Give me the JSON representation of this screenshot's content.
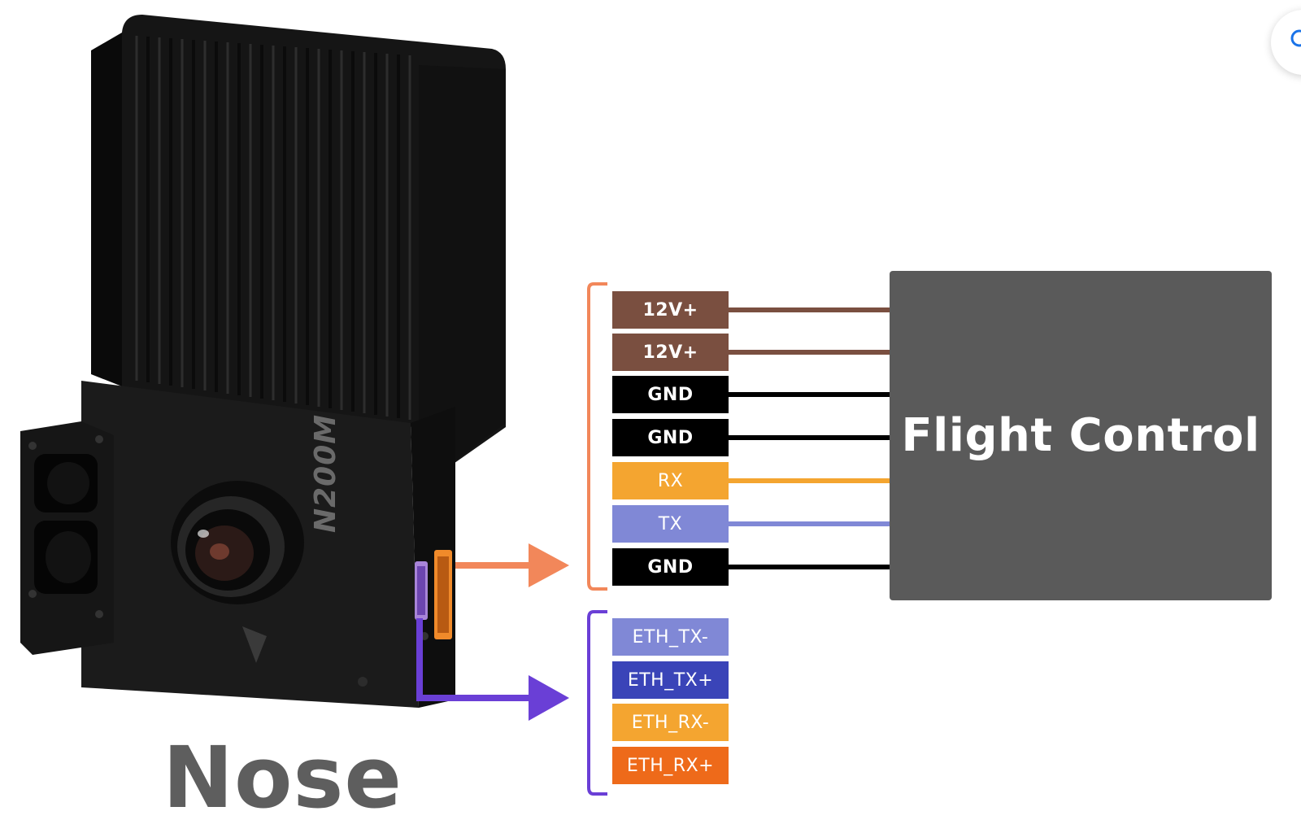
{
  "device": {
    "model": "N200M",
    "position_label": "Nose"
  },
  "flight_control": {
    "label": "Flight Control"
  },
  "uart_group": {
    "bracket_color": "#f2875a",
    "arrow_color": "#f2875a",
    "pins": [
      {
        "label": "12V+",
        "color": "#7a4f40",
        "wire": "#7a4f40"
      },
      {
        "label": "12V+",
        "color": "#7a4f40",
        "wire": "#7a4f40"
      },
      {
        "label": "GND",
        "color": "#000000",
        "wire": "#000000"
      },
      {
        "label": "GND",
        "color": "#000000",
        "wire": "#000000"
      },
      {
        "label": "RX",
        "color": "#f4a530",
        "wire": "#f4a530"
      },
      {
        "label": "TX",
        "color": "#8088d6",
        "wire": "#8088d6"
      },
      {
        "label": "GND",
        "color": "#000000",
        "wire": "#000000"
      }
    ]
  },
  "ethernet_group": {
    "bracket_color": "#6a3fd6",
    "arrow_color": "#6a3fd6",
    "pins": [
      {
        "label": "ETH_TX-",
        "color": "#8088d6"
      },
      {
        "label": "ETH_TX+",
        "color": "#3a44b8"
      },
      {
        "label": "ETH_RX-",
        "color": "#f4a530"
      },
      {
        "label": "ETH_RX+",
        "color": "#ee6a1a"
      }
    ]
  },
  "corner_button": {
    "icon": "search-icon",
    "color": "#1a73e8"
  }
}
